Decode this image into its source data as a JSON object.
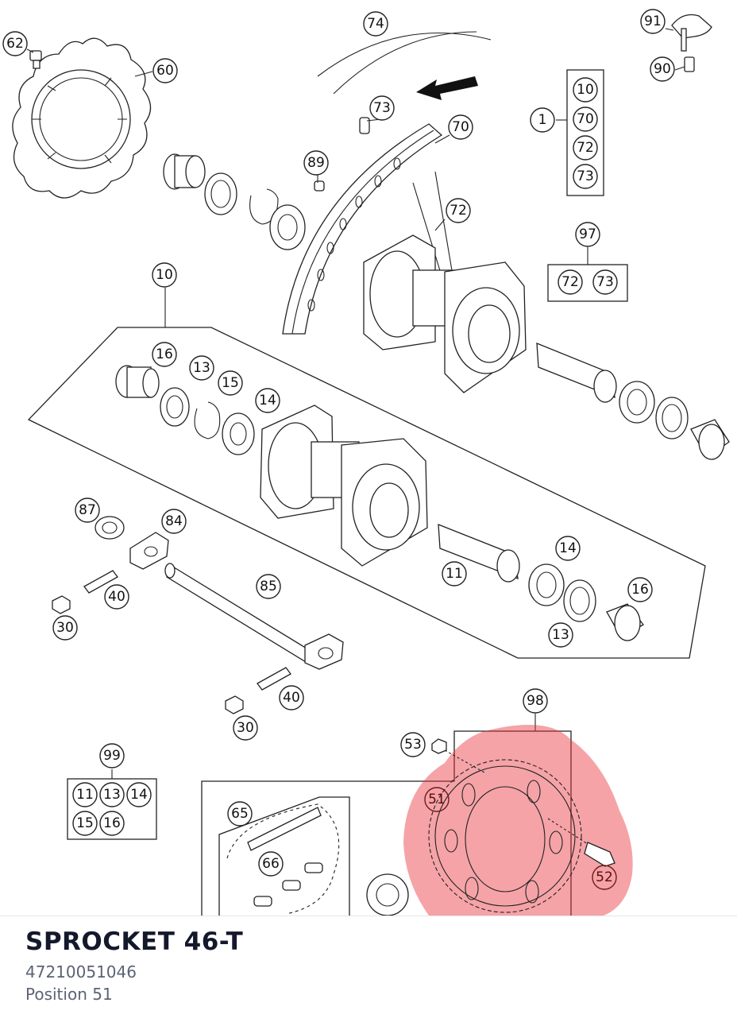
{
  "diagram": {
    "callouts": {
      "c62": "62",
      "c60": "60",
      "c74": "74",
      "c73a": "73",
      "c70": "70",
      "c89": "89",
      "c72": "72",
      "c91": "91",
      "c90": "90",
      "c1": "1",
      "g1_10": "10",
      "g1_70": "70",
      "g1_72": "72",
      "g1_73": "73",
      "c97": "97",
      "g97_72": "72",
      "g97_73": "73",
      "c10": "10",
      "c16a": "16",
      "c13a": "13",
      "c15": "15",
      "c14a": "14",
      "c87": "87",
      "c84": "84",
      "c85": "85",
      "c40a": "40",
      "c30a": "30",
      "c11": "11",
      "c14b": "14",
      "c16b": "16",
      "c13b": "13",
      "c40b": "40",
      "c30b": "30",
      "c98": "98",
      "c53": "53",
      "c51": "51",
      "c52": "52",
      "c99": "99",
      "g99_11": "11",
      "g99_13": "13",
      "g99_14": "14",
      "g99_15": "15",
      "g99_16": "16",
      "c65": "65",
      "c66": "66"
    },
    "highlight_color": "#e8323c"
  },
  "part": {
    "title": "SPROCKET 46-T",
    "number": "47210051046",
    "position": "Position 51"
  }
}
